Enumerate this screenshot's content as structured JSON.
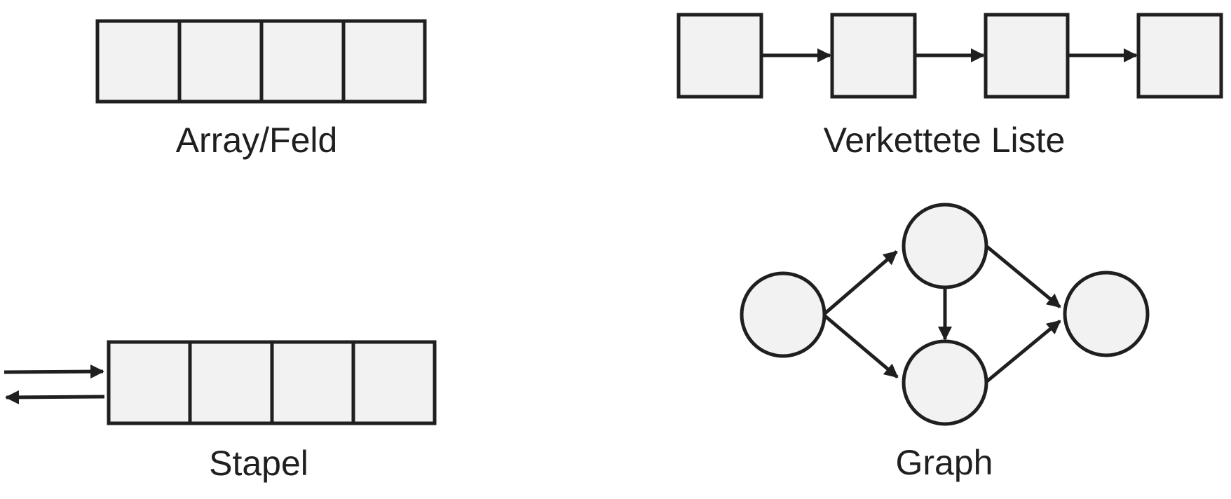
{
  "panels": {
    "array": {
      "label": "Array/Feld"
    },
    "linked_list": {
      "label": "Verkettete Liste"
    },
    "stack": {
      "label": "Stapel"
    },
    "graph": {
      "label": "Graph"
    }
  },
  "colors": {
    "fill": "#f2f2f2",
    "stroke": "#1f1f1f",
    "background": "#ffffff"
  }
}
